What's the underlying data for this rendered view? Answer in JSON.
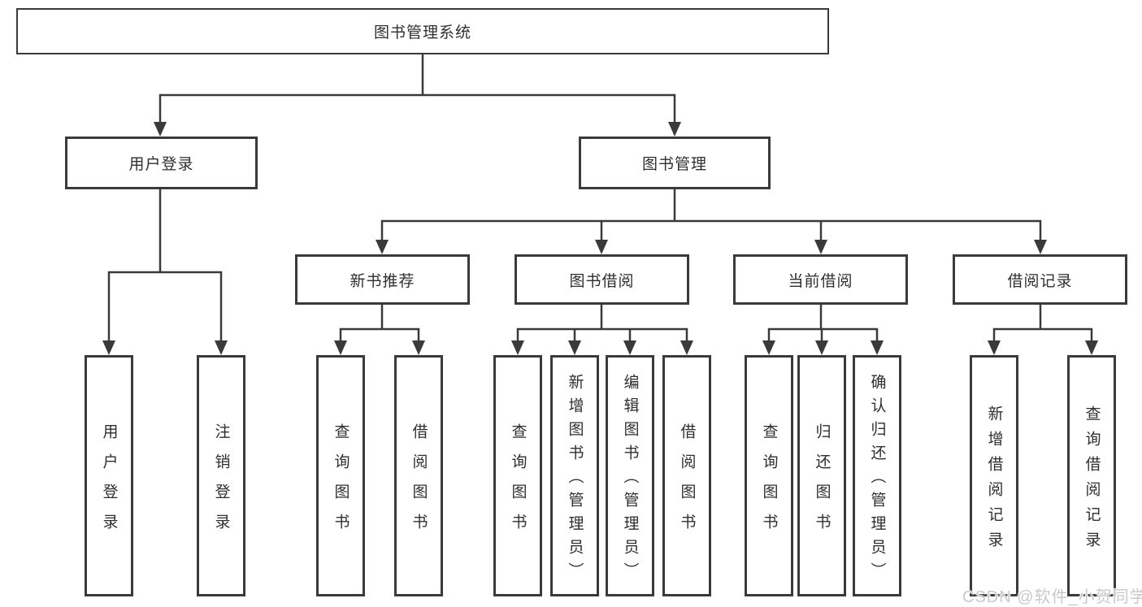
{
  "tree": {
    "root": {
      "label": "图书管理系统"
    },
    "level2": [
      {
        "label": "用户登录"
      },
      {
        "label": "图书管理"
      }
    ],
    "level3": [
      {
        "label": "新书推荐"
      },
      {
        "label": "图书借阅"
      },
      {
        "label": "当前借阅"
      },
      {
        "label": "借阅记录"
      }
    ],
    "leaves": {
      "user_login": [
        "用户登录",
        "注销登录"
      ],
      "new_book_rec": [
        "查询图书",
        "借阅图书"
      ],
      "book_borrow": [
        "查询图书",
        "新增图书（管理员）",
        "编辑图书（管理员）",
        "借阅图书"
      ],
      "current_borrow": [
        "查询图书",
        "归还图书",
        "确认归还（管理员）"
      ],
      "borrow_records": [
        "新增借阅记录",
        "查询借阅记录"
      ]
    }
  },
  "watermark": {
    "text": "CSDN @软件_小贺同学"
  },
  "colors": {
    "background": "#ffffff",
    "line": "#3a3a3a",
    "box_border": "#3a3a3a",
    "text": "#2f2f2f",
    "watermark": "#c9c9c9"
  }
}
